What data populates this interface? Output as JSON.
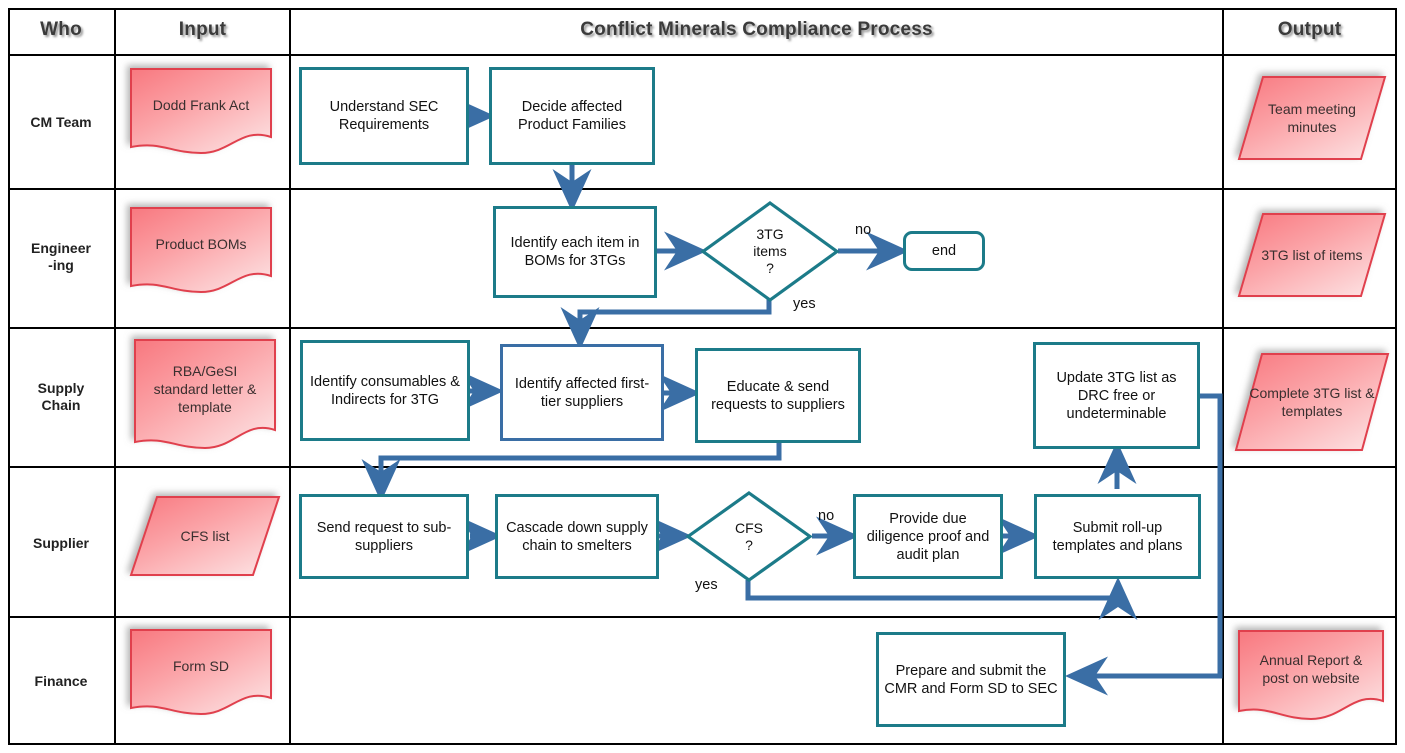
{
  "header": {
    "who": "Who",
    "input": "Input",
    "title": "Conflict Minerals Compliance Process",
    "output": "Output"
  },
  "lanes": [
    {
      "id": "cm-team",
      "label_line1": "CM Team",
      "label_line2": ""
    },
    {
      "id": "engineering",
      "label_line1": "Engineer",
      "label_line2": "-ing"
    },
    {
      "id": "supply-chain",
      "label_line1": "Supply",
      "label_line2": "Chain"
    },
    {
      "id": "supplier",
      "label_line1": "Supplier",
      "label_line2": ""
    },
    {
      "id": "finance",
      "label_line1": "Finance",
      "label_line2": ""
    }
  ],
  "inputs": [
    {
      "id": "dodd-frank-act",
      "text": "Dodd Frank Act",
      "shape": "document"
    },
    {
      "id": "product-boms",
      "text": "Product BOMs",
      "shape": "document"
    },
    {
      "id": "rba-gesi-template",
      "text": "RBA/GeSI standard letter & template",
      "shape": "document"
    },
    {
      "id": "cfs-list",
      "text": "CFS list",
      "shape": "parallelogram"
    },
    {
      "id": "form-sd",
      "text": "Form SD",
      "shape": "document"
    }
  ],
  "outputs": [
    {
      "id": "team-meeting-minutes",
      "text": "Team meeting minutes",
      "shape": "parallelogram"
    },
    {
      "id": "3tg-list-of-items",
      "text": "3TG list of items",
      "shape": "parallelogram"
    },
    {
      "id": "complete-3tg-list",
      "text": "Complete 3TG list & templates",
      "shape": "parallelogram"
    },
    {
      "id": "annual-report",
      "text": "Annual Report & post on website",
      "shape": "document"
    }
  ],
  "process": {
    "understand_sec": "Understand SEC Requirements",
    "decide_families": "Decide affected Product Families",
    "identify_bom": "Identify each item in BOMs for 3TGs",
    "end": "end",
    "identify_consumables": "Identify consumables & Indirects for 3TG",
    "identify_first_tier": "Identify affected first-tier suppliers",
    "educate_send": "Educate & send requests to suppliers",
    "update_3tg": "Update 3TG list as DRC free or undeterminable",
    "send_request_sub": "Send request to sub-suppliers",
    "cascade_down": "Cascade down supply chain to smelters",
    "provide_due_diligence": "Provide due diligence proof and audit plan",
    "submit_rollup": "Submit roll-up templates and plans",
    "prepare_cmr": "Prepare and submit the CMR and Form SD to SEC"
  },
  "decisions": {
    "tg_items": {
      "line1": "3TG",
      "line2": "items",
      "line3": "?"
    },
    "cfs": {
      "line1": "CFS",
      "line2": "?",
      "line3": ""
    }
  },
  "edge_labels": {
    "tg_no": "no",
    "tg_yes": "yes",
    "cfs_no": "no",
    "cfs_yes": "yes"
  },
  "colors": {
    "box_border_teal": "#1c7b89",
    "box_border_blue": "#3a6ea5",
    "connector": "#3a6ea5",
    "shape_fill_dark": "#f9888c",
    "shape_fill_light": "#fdd9db",
    "shape_border": "#e03b49",
    "grid": "#000000",
    "header_text": "#3b3b3b"
  }
}
